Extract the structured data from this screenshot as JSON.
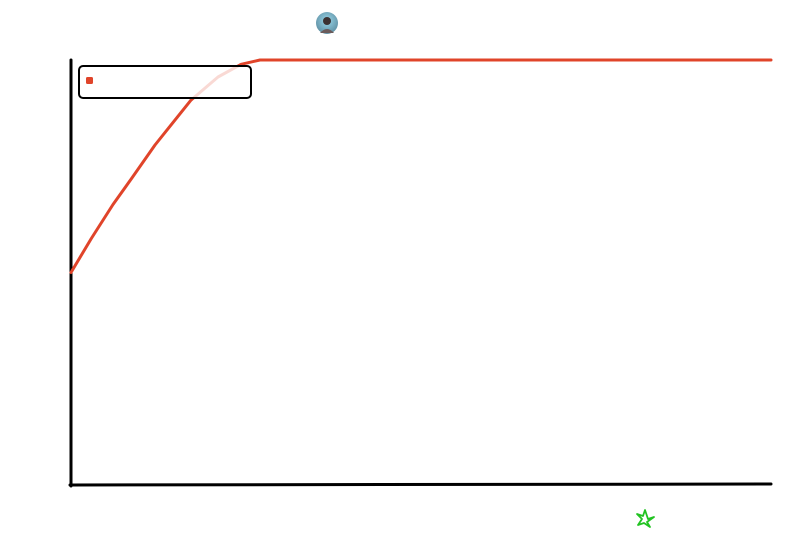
{
  "chart_data": {
    "type": "line",
    "title": "",
    "xlabel": "",
    "ylabel": "",
    "xlim": [
      0,
      10
    ],
    "ylim": [
      0,
      1
    ],
    "grid": false,
    "legend": {
      "placement": "top-left",
      "entries": [
        {
          "name": "",
          "color": "#e0442a"
        }
      ]
    },
    "series": [
      {
        "color": "#e0442a",
        "x": [
          0,
          0.29,
          0.6,
          0.86,
          1.2,
          1.71,
          2.1,
          2.43,
          2.7,
          3.5,
          5,
          7,
          10
        ],
        "y": [
          0.5,
          0.58,
          0.66,
          0.72,
          0.8,
          0.905,
          0.96,
          0.99,
          1.0,
          1.0,
          1.0,
          1.0,
          1.0
        ]
      }
    ]
  },
  "decorations": {
    "avatar": "avatar-photo",
    "star_icon": "star-icon",
    "star_color": "#22c322"
  }
}
